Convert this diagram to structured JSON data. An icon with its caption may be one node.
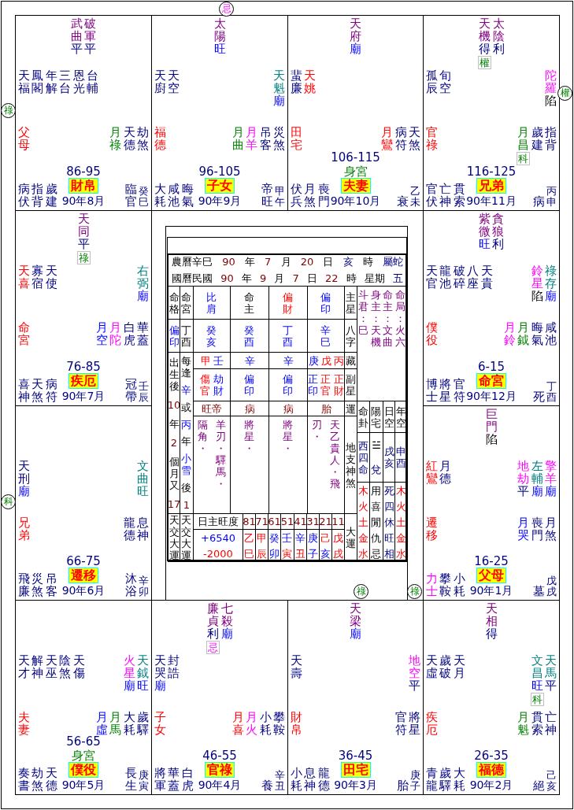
{
  "diagram": {
    "nodes": [
      {
        "text": [
          "武曲",
          "平",
          "破軍",
          "平",
          "天福",
          "鳳閣",
          "年解",
          "三台",
          "恩光",
          "台輔",
          "父母",
          "月祿",
          "天德",
          "劫煞",
          "86-95",
          "病伏",
          "指背",
          "歲建",
          "財帛",
          "90年8月",
          "臨官",
          "癸巳"
        ]
      },
      {
        "text": [
          "太陽",
          "旺",
          "天廚",
          "天空",
          "天魁",
          "廟",
          "福德",
          "月曲",
          "月羊",
          "吊客",
          "災煞",
          "96-105",
          "大耗",
          "咸池",
          "晦氣",
          "子女",
          "90年9月",
          "帝旺",
          "甲午"
        ]
      },
      {
        "text": [
          "天府",
          "廟",
          "蜚廉",
          "天姚",
          "田宅",
          "月鸞",
          "病符",
          "天煞",
          "106-115",
          "身宮",
          "伏兵",
          "月煞",
          "喪門",
          "夫妻",
          "90年10月",
          "衰",
          "乙未"
        ]
      },
      {
        "text": [
          "天機",
          "得",
          "權",
          "太陰",
          "利",
          "孤辰",
          "旬空",
          "陀羅",
          "陷",
          "官祿",
          "月昌",
          "科",
          "歲建",
          "指背",
          "116-125",
          "官伏",
          "亡神",
          "貫索",
          "兄弟",
          "90年11月",
          "病",
          "丙申"
        ]
      },
      {
        "text": [
          "天同",
          "平",
          "祿",
          "天喜",
          "寡宿",
          "天使",
          "右弼",
          "廟",
          "命宮",
          "月空",
          "月陀",
          "白虎",
          "華蓋",
          "76-85",
          "喜神",
          "天煞",
          "病符",
          "疾厄",
          "90年7月",
          "冠帶",
          "壬辰"
        ]
      },
      {
        "text": [
          "紫微",
          "旺",
          "貪狼",
          "利",
          "天官",
          "龍池",
          "破碎",
          "八座",
          "天貴",
          "鈴星",
          "陷",
          "祿存",
          "廟",
          "僕役",
          "月鈴",
          "月鉞",
          "晦氣",
          "咸池",
          "6-15",
          "博士",
          "將星",
          "官符",
          "命宮",
          "90年12月",
          "死",
          "丁酉"
        ]
      },
      {
        "text": [
          "天刑",
          "廟",
          "文曲",
          "旺",
          "兄弟",
          "龍德",
          "息神",
          "66-75",
          "飛廉",
          "災煞",
          "吊客",
          "遷移",
          "90年6月",
          "沐浴",
          "辛卯"
        ]
      },
      {
        "text": [
          "巨門",
          "陷",
          "紅鸞",
          "月德",
          "地劫",
          "平",
          "左輔",
          "廟",
          "擎羊",
          "廟",
          "遷移",
          "月哭",
          "喪門",
          "月煞",
          "16-25",
          "力士",
          "攀鞍",
          "小耗",
          "父母",
          "90年1月",
          "墓",
          "戊戌"
        ]
      },
      {
        "text": [
          "天才",
          "解神",
          "天巫",
          "陰煞",
          "天傷",
          "火星",
          "廟",
          "天鉞",
          "旺",
          "夫妻",
          "月虛",
          "月馬",
          "大耗",
          "歲驛",
          "56-65",
          "身宮",
          "奏書",
          "劫煞",
          "天德",
          "僕役",
          "90年5月",
          "長生",
          "庚寅"
        ]
      },
      {
        "text": [
          "廉貞",
          "利",
          "忌",
          "七殺",
          "廟",
          "天哭",
          "廟",
          "封誥",
          "子女",
          "月喜",
          "月火",
          "小耗",
          "攀鞍",
          "46-55",
          "將軍",
          "華蓋",
          "白虎",
          "官祿",
          "90年4月",
          "養",
          "辛丑"
        ]
      },
      {
        "text": [
          "天梁",
          "廟",
          "天壽",
          "地空",
          "平",
          "財帛",
          "官符",
          "將星",
          "36-45",
          "小耗",
          "息神",
          "龍德",
          "田宅",
          "90年3月",
          "胎",
          "庚子"
        ]
      },
      {
        "text": [
          "天相",
          "得",
          "天虛",
          "歲破",
          "天月",
          "文昌",
          "旺",
          "科",
          "天馬",
          "平",
          "疾厄",
          "月魁",
          "貫索",
          "亡神",
          "26-35",
          "青龍",
          "歲驛",
          "大耗",
          "福德",
          "90年2月",
          "絕",
          "己亥"
        ]
      },
      {
        "text": [
          "忌"
        ]
      },
      {
        "text": [
          "權"
        ]
      },
      {
        "text": [
          "祿"
        ]
      },
      {
        "text": [
          "科"
        ]
      },
      {
        "text": [
          "祿"
        ]
      },
      {
        "text": [
          "祿"
        ]
      }
    ],
    "labels": [
      "農曆辛巳",
      "90",
      "年",
      "7",
      "月",
      "20",
      "日",
      "亥",
      "時",
      "屬蛇",
      "國曆民國",
      "90",
      "年",
      "9",
      "月",
      "7",
      "日",
      "22",
      "時",
      "星期",
      "五",
      "命格",
      "命宮",
      "比肩",
      "命主",
      "偏財",
      "偏印",
      "主星",
      "斗君：巳",
      "身主：天機",
      "命主：文曲",
      "命局：火六",
      "偏印",
      "丁酉",
      "癸亥",
      "癸酉",
      "丁酉",
      "辛巳",
      "八字",
      "出生後",
      "10",
      "年",
      "2",
      "個月又",
      "17",
      "每逢",
      "辛",
      "或",
      "丙",
      "年",
      "小雪",
      "後",
      "1",
      "甲",
      "壬",
      "辛",
      "辛",
      "庚",
      "戊",
      "丙",
      "藏",
      "傷官",
      "劫財",
      "偏印",
      "偏印",
      "正印",
      "正官",
      "正財",
      "副星",
      "旺帝",
      "病",
      "病",
      "胎",
      "運",
      "命卦",
      "陽宅",
      "日空",
      "年空",
      "隔角・",
      "羊刃・驛馬・",
      "將星・",
      "將星・",
      "刃・",
      "天乙貴人・飛",
      "地支神煞",
      "西四命",
      "☱",
      "兌",
      "戌亥",
      "申酉",
      "木",
      "火",
      "土",
      "金",
      "水",
      "用",
      "喜",
      "閒",
      "仇",
      "忌",
      "死",
      "四",
      "休",
      "旺",
      "相",
      "木",
      "火",
      "土",
      "金",
      "水",
      "天交大運",
      "天交大運",
      "日主旺度",
      "81",
      "71",
      "61",
      "51",
      "41",
      "31",
      "21",
      "11",
      "大運",
      "+6540",
      "-2000",
      "乙",
      "巳",
      "甲",
      "辰",
      "癸",
      "卯",
      "壬",
      "寅",
      "辛",
      "丑",
      "庚",
      "子",
      "己",
      "亥",
      "戊",
      "戌"
    ]
  }
}
